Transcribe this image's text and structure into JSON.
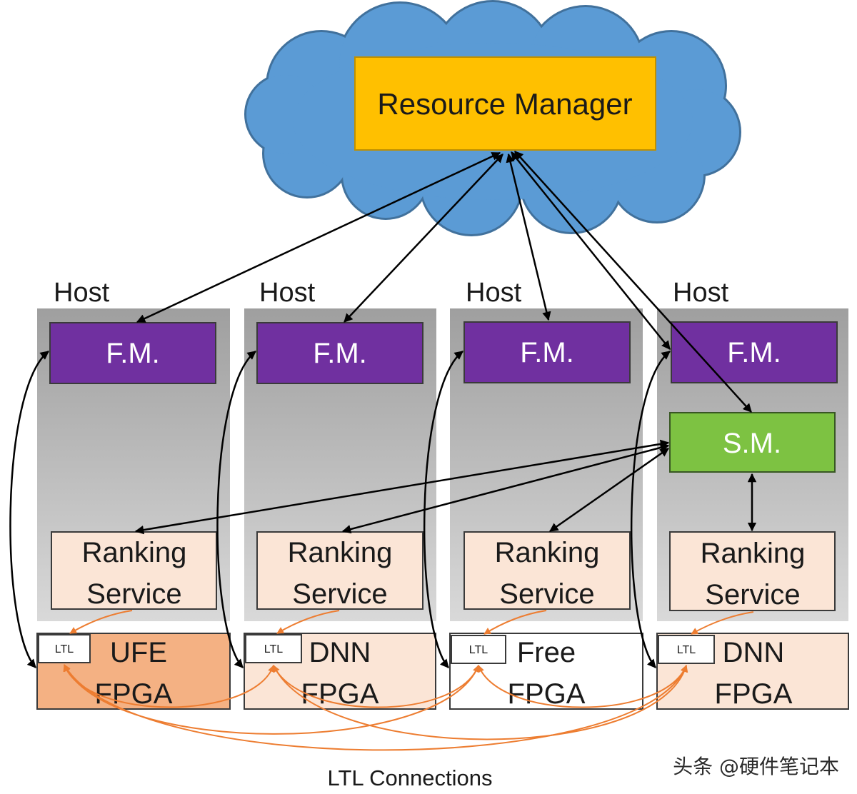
{
  "resource_manager": {
    "label": "Resource Manager"
  },
  "hosts": [
    {
      "label": "Host",
      "fm": "F.M.",
      "ranking": [
        "Ranking",
        "Service"
      ],
      "ltl": "LTL",
      "fpga": [
        "UFE",
        "FPGA"
      ]
    },
    {
      "label": "Host",
      "fm": "F.M.",
      "ranking": [
        "Ranking",
        "Service"
      ],
      "ltl": "LTL",
      "fpga": [
        "DNN",
        "FPGA"
      ]
    },
    {
      "label": "Host",
      "fm": "F.M.",
      "ranking": [
        "Ranking",
        "Service"
      ],
      "ltl": "LTL",
      "fpga": [
        "Free",
        "FPGA"
      ]
    },
    {
      "label": "Host",
      "fm": "F.M.",
      "sm": "S.M.",
      "ranking": [
        "Ranking",
        "Service"
      ],
      "ltl": "LTL",
      "fpga": [
        "DNN",
        "FPGA"
      ]
    }
  ],
  "ltl_connections_label": "LTL Connections",
  "watermark": "头条 @硬件笔记本",
  "colors": {
    "cloud": "#5B9BD5",
    "cloud_outline": "#41719C",
    "resource_manager": "#FFC000",
    "fm": "#7030A0",
    "sm": "#7DC242",
    "ranking": "#FBE5D6",
    "ufe_fpga": "#F4B183",
    "dnn_fpga": "#FBE5D6",
    "free_fpga": "#FFFFFF",
    "ltl_arrow": "#ED7D31",
    "control_arrow": "#000000"
  }
}
